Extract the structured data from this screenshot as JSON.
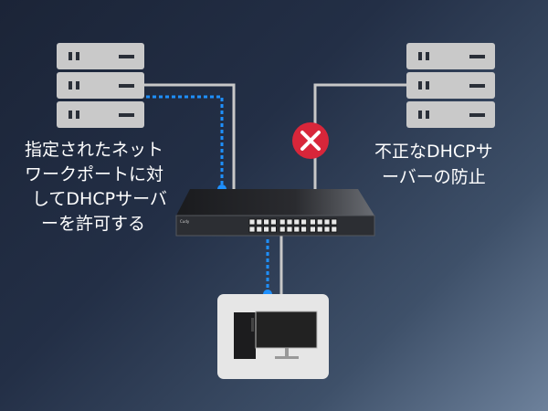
{
  "left_caption": [
    "指定されたネット",
    "ワークポートに対",
    "してDHCPサーバ",
    "ーを許可する"
  ],
  "right_caption": [
    "不正なDHCPサ",
    "ーバーの防止"
  ],
  "switch_brand": "Cudy",
  "colors": {
    "allowed_link": "#1e90ff",
    "cable": "#c8c8c8",
    "blocked": "#d8263a",
    "server": "#c9c9c9"
  }
}
